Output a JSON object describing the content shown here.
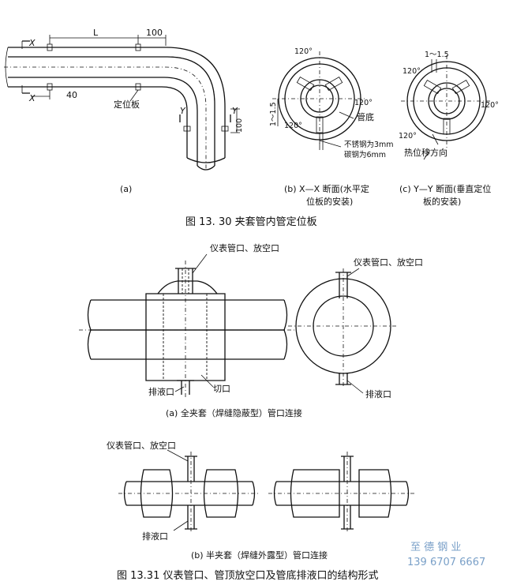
{
  "fig1": {
    "dim_L": "L",
    "dim_100_top": "100",
    "dim_40": "40",
    "sec_x": "X",
    "sec_y": "Y",
    "dim_100_right": "100",
    "locator_label": "定位板",
    "sub_a": "(a)",
    "deg120": "120°",
    "dim_1_1_5": "1～1.5",
    "pipe_bottom": "管底",
    "stainless": "不锈钢为3mm",
    "carbon": "碳钢为6mm",
    "thermal_shift": "热位移方向",
    "sub_b_line1": "(b) X—X 断面(水平定",
    "sub_b_line2": "位板的安装)",
    "sub_c_line1": "(c) Y—Y 断面(垂直定位",
    "sub_c_line2": "板的安装)",
    "caption": "图 13. 30    夹套管内管定位板"
  },
  "fig2": {
    "instrument_vent": "仪表管口、放空口",
    "drain": "排液口",
    "cut": "切口",
    "sub_a": "(a) 全夹套（焊缝隐蔽型）管口连接",
    "sub_b": "(b) 半夹套（焊缝外露型）管口连接",
    "caption": "图 13.31    仪表管口、管顶放空口及管底排液口的结构形式"
  },
  "watermark": {
    "company": "至 德 钢 业",
    "phone": "139 6707 6667"
  }
}
